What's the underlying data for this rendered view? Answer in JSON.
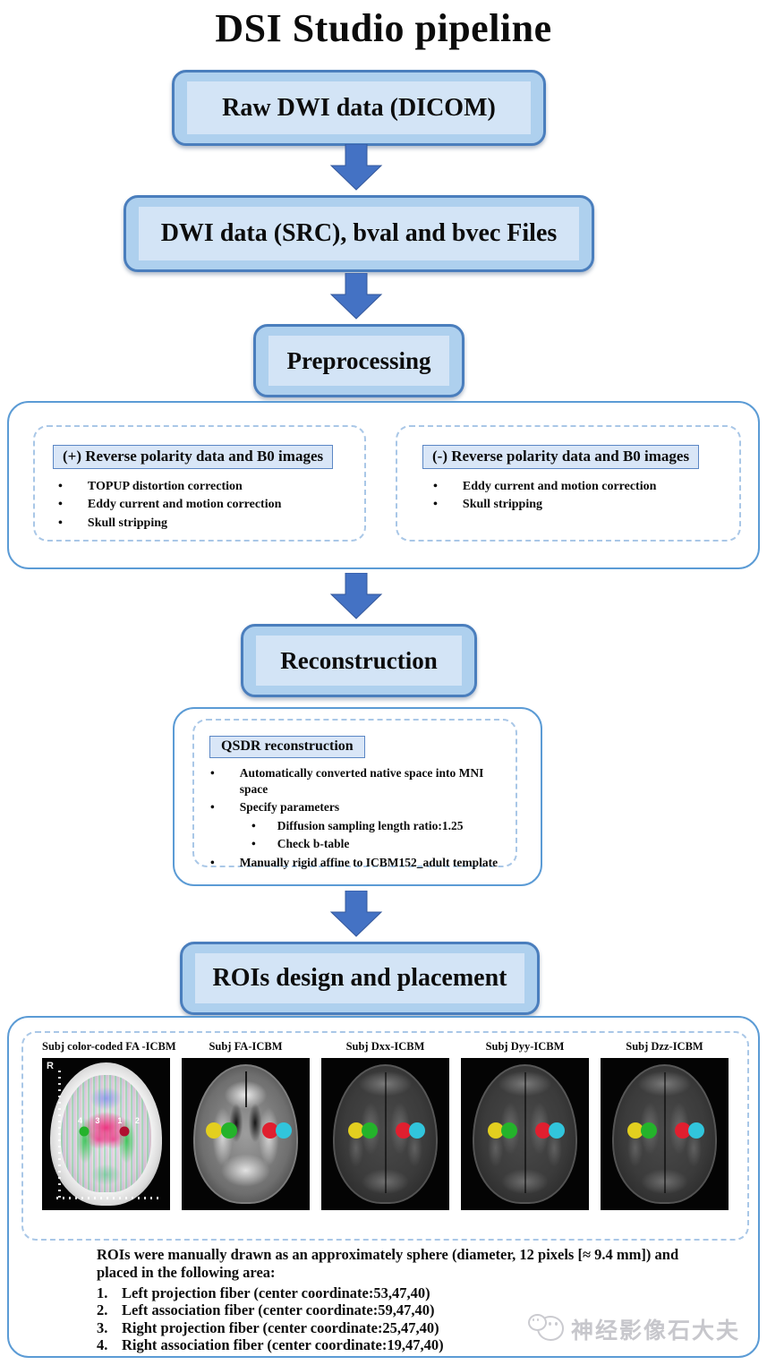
{
  "page_title": "DSI Studio pipeline",
  "flow_boxes": {
    "raw_dwi": "Raw DWI data (DICOM)",
    "dwi_src": "DWI data (SRC), bval and bvec Files",
    "preprocessing": "Preprocessing",
    "reconstruction": "Reconstruction",
    "rois": "ROIs design and placement"
  },
  "preprocessing_detail": {
    "plus_branch": {
      "header": "(+) Reverse polarity data and B0 images",
      "bullets": [
        "TOPUP distortion correction",
        "Eddy current and motion correction",
        "Skull stripping"
      ]
    },
    "minus_branch": {
      "header": "(-) Reverse polarity data and B0 images",
      "bullets": [
        "Eddy current and motion correction",
        "Skull stripping"
      ]
    }
  },
  "reconstruction_detail": {
    "header": "QSDR reconstruction",
    "bullets": [
      {
        "text": "Automatically converted native space into MNI space"
      },
      {
        "text": "Specify parameters",
        "sub": [
          "Diffusion sampling length ratio:1.25",
          "Check b-table"
        ]
      },
      {
        "text": "Manually rigid affine to ICBM152_adult template"
      }
    ]
  },
  "roi_detail": {
    "images": [
      {
        "label": "Subj color-coded FA -ICBM",
        "orientation_label": "R",
        "left_marker_numbers": "4 3",
        "right_marker_numbers": "1 2"
      },
      {
        "label": "Subj FA-ICBM"
      },
      {
        "label": "Subj Dxx-ICBM"
      },
      {
        "label": "Subj Dyy-ICBM"
      },
      {
        "label": "Subj Dzz-ICBM"
      }
    ],
    "note": "ROIs were manually drawn as an approximately sphere (diameter, 12 pixels [≈ 9.4 mm]) and placed in the following area:",
    "items": [
      {
        "num": "1.",
        "text": "Left projection fiber (center coordinate:53,47,40)"
      },
      {
        "num": "2.",
        "text": "Left association fiber (center coordinate:59,47,40)"
      },
      {
        "num": "3.",
        "text": "Right projection fiber (center coordinate:25,47,40)"
      },
      {
        "num": "4.",
        "text": "Right association fiber (center coordinate:19,47,40)"
      }
    ]
  },
  "watermark": {
    "text": "神经影像石大夫"
  },
  "colors": {
    "box_border": "#4a7ebd",
    "box_fill": "#aed0ee",
    "box_inner_fill": "#d3e4f6",
    "arrow_fill": "#4472c4",
    "arrow_stroke": "#35589b",
    "container_border": "#5b9bd5",
    "dashed_border": "#a9c7e7",
    "header_border": "#5b87c5",
    "header_fill": "#d9e6f7",
    "roi_colors": {
      "yellow": "#e3cf1f",
      "green": "#24b32b",
      "red": "#e01f2f",
      "cyan": "#31c5dc"
    }
  }
}
